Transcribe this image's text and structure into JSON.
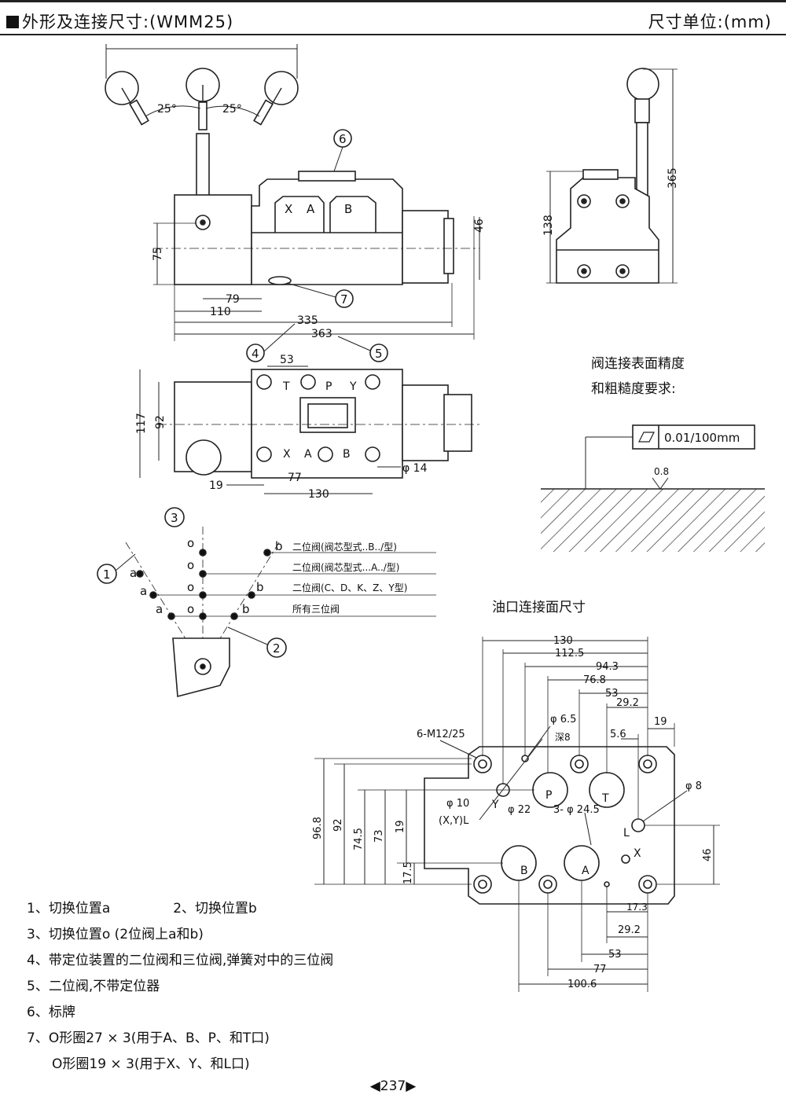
{
  "header": {
    "title": "外形及连接尺寸:(WMM25)",
    "unit": "尺寸单位:(mm)"
  },
  "surface_req": {
    "line1": "阀连接表面精度",
    "line2": "和粗糙度要求:",
    "flatness": "0.01/100mm",
    "roughness": "0.8"
  },
  "port_face_title": "油口连接面尺寸",
  "angles": [
    "25°",
    "25°"
  ],
  "callouts": [
    "1",
    "2",
    "3",
    "4",
    "5",
    "6",
    "7"
  ],
  "front_dims": [
    "75",
    "79",
    "110",
    "335",
    "363",
    "46"
  ],
  "side_dims": [
    "138",
    "365"
  ],
  "top_dims": [
    "53",
    "117",
    "92",
    "19",
    "77",
    "130",
    "φ 14"
  ],
  "top_ports": [
    "T",
    "P",
    "Y",
    "X",
    "A",
    "B"
  ],
  "positions": {
    "marks": [
      "o",
      "o",
      "o",
      "o",
      "b",
      "b",
      "b",
      "a",
      "a",
      "a"
    ],
    "rows": [
      "二位阀(阀芯型式..B../型)",
      "二位阀(阀芯型式...A../型)",
      "二位阀(C、D、K、Z、Y型)",
      "所有三位阀"
    ]
  },
  "port_face": {
    "top_dims": [
      "130",
      "112.5",
      "94.3",
      "76.8",
      "53",
      "29.2",
      "19",
      "5.6"
    ],
    "left_dims": [
      "96.8",
      "92",
      "74.5",
      "73",
      "19",
      "17.5"
    ],
    "right_dims": [
      "46"
    ],
    "bottom_dims": [
      "17.3",
      "29.2",
      "53",
      "77",
      "100.6"
    ],
    "labels": [
      "6-M12/25",
      "φ 6.5",
      "深8",
      "φ 10",
      "(X,Y)L",
      "φ 22",
      "3- φ 24.5",
      "φ 8"
    ],
    "ports": [
      "P",
      "T",
      "Y",
      "L",
      "B",
      "A",
      "X"
    ]
  },
  "legend": [
    "1、切换位置a",
    "2、切换位置b",
    "3、切换位置o (2位阀上a和b)",
    "4、带定位装置的二位阀和三位阀,弹簧对中的三位阀",
    "5、二位阀,不带定位器",
    "6、标牌",
    "7、O形圈27 × 3(用于A、B、P、和T口)",
    "O形圈19 × 3(用于X、Y、和L口)"
  ],
  "page_number": "◀237▶"
}
